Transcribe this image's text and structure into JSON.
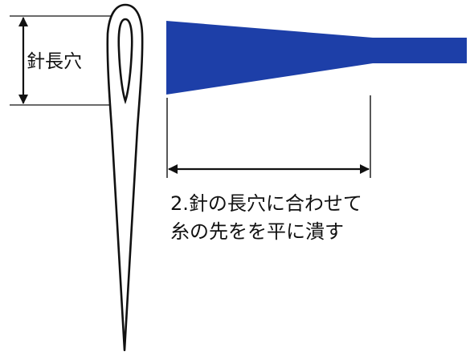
{
  "labels": {
    "eye_length": "針長穴",
    "instruction_line1": "2.針の長穴に合わせて",
    "instruction_line2": "糸の先をを平に潰す"
  },
  "colors": {
    "thread": "#1d3fa8",
    "line": "#111111",
    "background": "#ffffff"
  },
  "icons": {
    "needle": "sewing-needle-icon",
    "thread_end": "flattened-thread-shape",
    "arrow": "double-headed-arrow"
  }
}
